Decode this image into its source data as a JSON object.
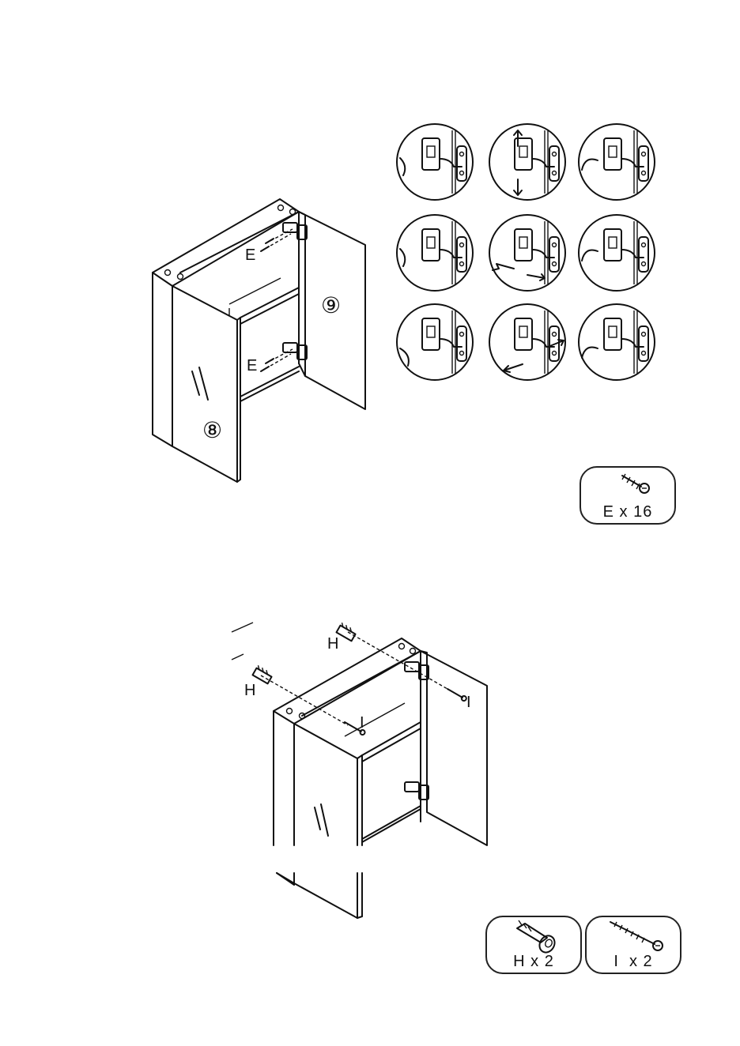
{
  "step1": {
    "screw_label_top": "E",
    "screw_label_bottom": "E",
    "left_door_number": "⑧",
    "right_door_number": "⑨",
    "adjust_grid_icon": "hinge-adjustment-icon",
    "part_box": {
      "label": "E x 16",
      "icon": "screw-icon"
    }
  },
  "step2": {
    "anchor_label_top": "H",
    "anchor_label_left": "H",
    "screw_label_inside": "I",
    "screw_label_right": "I",
    "part_boxes": [
      {
        "label": "H x 2",
        "icon": "wall-plug-icon"
      },
      {
        "label": "I  x 2",
        "icon": "long-screw-icon"
      }
    ]
  }
}
